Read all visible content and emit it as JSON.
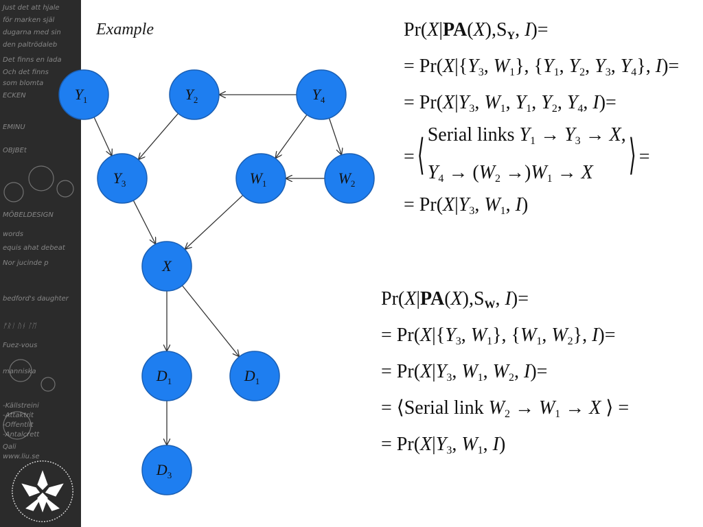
{
  "title": "Example",
  "strip": {
    "scribbles": [
      "Just det att hjale",
      "för marken själ",
      "dugarna med sin",
      "den paltrödaleb",
      "Det finns en lada",
      "Och det finns",
      "som blomta",
      "ECKEN",
      "EMINU",
      "OBJBEt",
      "MÖBELDESIGN",
      "words",
      "equis ahat debeat",
      "Nor jucinde p",
      "bedford's daughter",
      "ᚠᚱᛁ ᚢᚾ ᛚᛖ",
      "Fuez-vous",
      "manniska",
      "-Källstreini",
      "-Attaktrit",
      "-Offentlit",
      "-Antalcrett",
      "Qali",
      "www.liu.se"
    ]
  },
  "diagram": {
    "nodes": [
      {
        "id": "Y1",
        "base": "Y",
        "sub": "1"
      },
      {
        "id": "Y2",
        "base": "Y",
        "sub": "2"
      },
      {
        "id": "Y4",
        "base": "Y",
        "sub": "4"
      },
      {
        "id": "Y3",
        "base": "Y",
        "sub": "3"
      },
      {
        "id": "W1",
        "base": "W",
        "sub": "1"
      },
      {
        "id": "W2",
        "base": "W",
        "sub": "2"
      },
      {
        "id": "X",
        "base": "X",
        "sub": ""
      },
      {
        "id": "D1a",
        "base": "D",
        "sub": "1"
      },
      {
        "id": "D1b",
        "base": "D",
        "sub": "1"
      },
      {
        "id": "D3",
        "base": "D",
        "sub": "3"
      }
    ],
    "edges": [
      [
        "Y4",
        "Y2"
      ],
      [
        "Y1",
        "Y3"
      ],
      [
        "Y2",
        "Y3"
      ],
      [
        "Y4",
        "W1"
      ],
      [
        "Y4",
        "W2"
      ],
      [
        "W2",
        "W1"
      ],
      [
        "Y3",
        "X"
      ],
      [
        "W1",
        "X"
      ],
      [
        "X",
        "D1a"
      ],
      [
        "X",
        "D1b"
      ],
      [
        "D1a",
        "D3"
      ]
    ],
    "colors": {
      "node_fill": "#1e7ef0",
      "node_stroke": "#1a5fb4",
      "edge": "#333333"
    }
  },
  "formula_y": {
    "l1": {
      "pr": "Pr",
      "x": "X",
      "pa": "PA",
      "x2": "X",
      "s": "S",
      "s_sub": "Y",
      "i": "I",
      "eq": "="
    },
    "l2": {
      "eq": "=",
      "pr": "Pr",
      "x": "X",
      "set1": "Y",
      "set1_sub": "3",
      "set1b": "W",
      "set1b_sub": "1",
      "y1": "Y",
      "y1s": "1",
      "y2": "Y",
      "y2s": "2",
      "y3": "Y",
      "y3s": "3",
      "y4": "Y",
      "y4s": "4",
      "i": "I",
      "eq2": "="
    },
    "l3": {
      "eq": "=",
      "pr": "Pr",
      "x": "X",
      "a": "Y",
      "as": "3",
      "b": "W",
      "bs": "1",
      "c": "Y",
      "cs": "1",
      "d": "Y",
      "ds": "2",
      "e": "Y",
      "es": "4",
      "i": "I",
      "eq2": "="
    },
    "l4": {
      "eq": "=",
      "txt": "Serial  links",
      "y1": "Y",
      "y1s": "1",
      "arrow": "→",
      "y3": "Y",
      "y3s": "3",
      "x": "X",
      "eq2": "="
    },
    "l5": {
      "y4": "Y",
      "y4s": "4",
      "arrow": "→",
      "open": "(",
      "w2": "W",
      "w2s": "2",
      "close": ")",
      "w1": "W",
      "w1s": "1",
      "x": "X"
    },
    "l6": {
      "eq": "=",
      "pr": "Pr",
      "x": "X",
      "a": "Y",
      "as": "3",
      "b": "W",
      "bs": "1",
      "i": "I"
    }
  },
  "formula_w": {
    "l1": {
      "pr": "Pr",
      "x": "X",
      "pa": "PA",
      "x2": "X",
      "s": "S",
      "s_sub": "W",
      "i": "I",
      "eq": "="
    },
    "l2": {
      "eq": "=",
      "pr": "Pr",
      "x": "X",
      "a": "Y",
      "as": "3",
      "b": "W",
      "bs": "1",
      "c": "W",
      "cs": "1",
      "d": "W",
      "ds": "2",
      "i": "I",
      "eq2": "="
    },
    "l3": {
      "eq": "=",
      "pr": "Pr",
      "x": "X",
      "a": "Y",
      "as": "3",
      "b": "W",
      "bs": "1",
      "c": "W",
      "cs": "2",
      "i": "I",
      "eq2": "="
    },
    "l4": {
      "eq": "=",
      "txt": "Serial  link",
      "w2": "W",
      "w2s": "2",
      "arrow": "→",
      "w1": "W",
      "w1s": "1",
      "x": "X",
      "eq2": "="
    },
    "l5": {
      "eq": "=",
      "pr": "Pr",
      "x": "X",
      "a": "Y",
      "as": "3",
      "b": "W",
      "bs": "1",
      "i": "I"
    }
  }
}
